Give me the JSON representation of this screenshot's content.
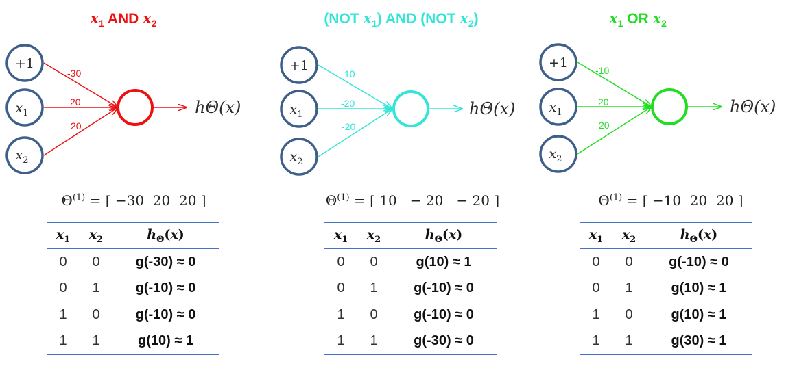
{
  "panels": [
    {
      "title_var1": "x",
      "title_sub1": "1",
      "title_op": " AND ",
      "title_pre": "",
      "title_mid_pre": "",
      "title_mid_post": "",
      "title_post": "",
      "title_var2": "x",
      "title_sub2": "2",
      "color": "#ee1111",
      "nodes": [
        "+1",
        "x1",
        "x2"
      ],
      "node_display": [
        "+1",
        "x",
        "x"
      ],
      "node_subs": [
        "",
        "1",
        "2"
      ],
      "weights": [
        "-30",
        "20",
        "20"
      ],
      "output": "hΘ(x)",
      "theta": "Θ(1) = [ −30  20  20 ]",
      "theta_sup": "(1)",
      "theta_values": "[ −30  20  20 ]",
      "headers": [
        "x1",
        "x2",
        "hΘ(x)"
      ],
      "rows": [
        [
          "0",
          "0",
          "g(-30) ≈ 0"
        ],
        [
          "0",
          "1",
          "g(-10) ≈ 0"
        ],
        [
          "1",
          "0",
          "g(-10) ≈ 0"
        ],
        [
          "1",
          "1",
          "g(10) ≈ 1"
        ]
      ]
    },
    {
      "title_pre": "(NOT ",
      "title_var1": "x",
      "title_sub1": "1",
      "title_mid_pre": ")",
      "title_op": " AND ",
      "title_mid_post": "(NOT ",
      "title_var2": "x",
      "title_sub2": "2",
      "title_post": ")",
      "color": "#33e5d7",
      "nodes": [
        "+1",
        "x1",
        "x2"
      ],
      "node_display": [
        "+1",
        "x",
        "x"
      ],
      "node_subs": [
        "",
        "1",
        "2"
      ],
      "weights": [
        "10",
        "-20",
        "-20"
      ],
      "output": "hΘ(x)",
      "theta": "Θ(1) = [ 10  −20  −20 ]",
      "theta_sup": "(1)",
      "theta_values": "[ 10   − 20   − 20 ]",
      "headers": [
        "x1",
        "x2",
        "hΘ(x)"
      ],
      "rows": [
        [
          "0",
          "0",
          "g(10) ≈ 1"
        ],
        [
          "0",
          "1",
          "g(-10) ≈ 0"
        ],
        [
          "1",
          "0",
          "g(-10) ≈ 0"
        ],
        [
          "1",
          "1",
          "g(-30) ≈ 0"
        ]
      ]
    },
    {
      "title_var1": "x",
      "title_sub1": "1",
      "title_op": " OR ",
      "title_pre": "",
      "title_mid_pre": "",
      "title_mid_post": "",
      "title_post": "",
      "title_var2": "x",
      "title_sub2": "2",
      "color": "#22dd22",
      "nodes": [
        "+1",
        "x1",
        "x2"
      ],
      "node_display": [
        "+1",
        "x",
        "x"
      ],
      "node_subs": [
        "",
        "1",
        "2"
      ],
      "weights": [
        "-10",
        "20",
        "20"
      ],
      "output": "hΘ(x)",
      "theta": "Θ(1) = [ −10  20  20 ]",
      "theta_sup": "(1)",
      "theta_values": "[ −10  20  20 ]",
      "headers": [
        "x1",
        "x2",
        "hΘ(x)"
      ],
      "rows": [
        [
          "0",
          "0",
          "g(-10) ≈ 0"
        ],
        [
          "0",
          "1",
          "g(10) ≈ 1"
        ],
        [
          "1",
          "0",
          "g(10) ≈ 1"
        ],
        [
          "1",
          "1",
          "g(30) ≈ 1"
        ]
      ]
    }
  ]
}
